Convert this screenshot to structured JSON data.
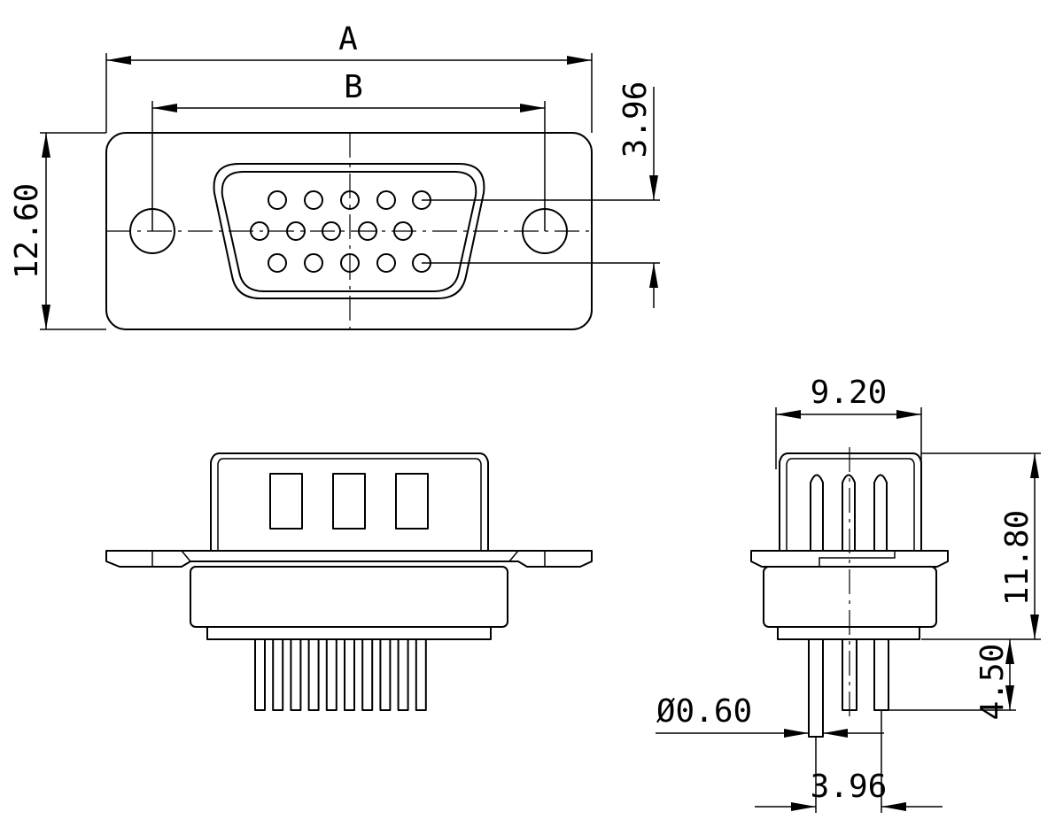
{
  "dimensions": {
    "width_total": "A",
    "width_mounting": "B",
    "height_front": "12.60",
    "pin_row_pitch": "3.96",
    "side_width": "9.20",
    "side_height": "11.80",
    "pin_length": "4.50",
    "pin_diameter": "Ø0.60",
    "side_pin_pitch": "3.96"
  },
  "views": [
    "front-view",
    "bottom-view",
    "side-view"
  ],
  "connector": {
    "pin_count": 15,
    "pin_rows": 3
  },
  "colors": {
    "line": "#000000",
    "background": "#ffffff"
  }
}
